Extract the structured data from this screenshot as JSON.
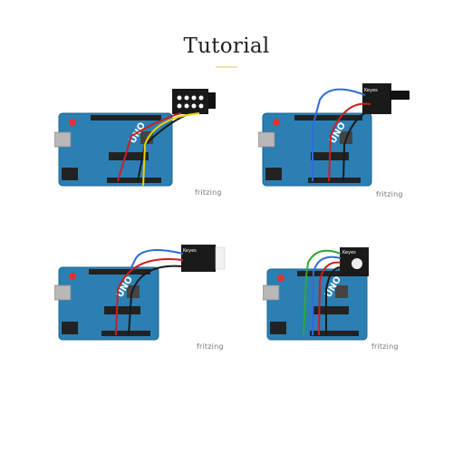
{
  "title": "Tutorial",
  "board_logo": "UNO",
  "panels": [
    {
      "module_label": "",
      "watermark": "fritzing"
    },
    {
      "module_label": "Keyes",
      "watermark": "fritzing"
    },
    {
      "module_label": "Keyes",
      "watermark": "fritzing"
    },
    {
      "module_label": "Keyes",
      "watermark": "fritzing"
    }
  ],
  "colors": {
    "board": "#2b7fb3",
    "board_edge": "#1d6591",
    "module": "#1a1a1a",
    "wire_red": "#cc1f1f",
    "wire_black": "#1a1a1a",
    "wire_blue": "#2f6bd8",
    "wire_yellow": "#e8d400",
    "wire_green": "#2fa838"
  }
}
